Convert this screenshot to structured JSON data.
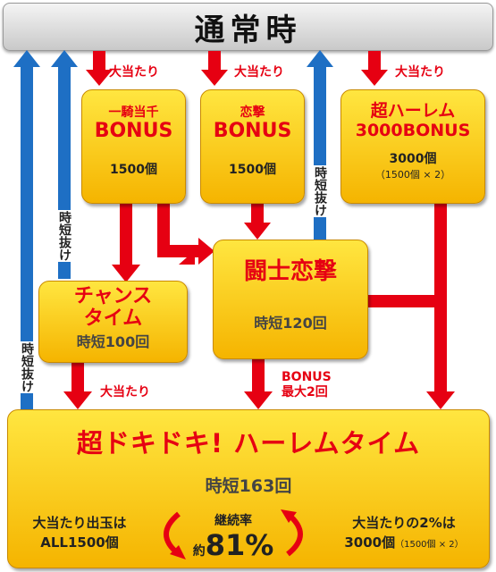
{
  "header": {
    "title": "通常時"
  },
  "arrow_labels": {
    "hit1": "大当たり",
    "hit2": "大当たり",
    "hit3": "大当たり",
    "hit4": "大当たり",
    "bonus_max_line1": "BONUS",
    "bonus_max_line2": "最大2回",
    "jitan_exit": "時短抜け"
  },
  "boxes": {
    "ikki": {
      "title_small": "一騎当千",
      "title": "BONUS",
      "balls": "1500個"
    },
    "rengeki": {
      "title_small": "恋撃",
      "title": "BONUS",
      "balls": "1500個"
    },
    "harem3000": {
      "title_line1": "超ハーレム",
      "title_line2": "3000BONUS",
      "balls": "3000個",
      "balls_note": "（1500個 × 2）"
    },
    "toushi": {
      "title": "闘士恋撃",
      "jitan": "時短120回"
    },
    "chance": {
      "title_line1": "チャンス",
      "title_line2": "タイム",
      "jitan": "時短100回"
    },
    "super": {
      "title": "超ドキドキ! ハーレムタイム",
      "jitan": "時短163回",
      "left_line1": "大当たり出玉は",
      "left_line2": "ALL1500個",
      "center_line1": "継続率",
      "center_prefix": "約",
      "center_value": "81%",
      "right_line1": "大当たりの2%は",
      "right_line2": "3000個",
      "right_note": "（1500個 × 2）"
    }
  },
  "colors": {
    "red": "#e60012",
    "blue": "#1e6fc4",
    "yellow": "#ffd21f"
  }
}
